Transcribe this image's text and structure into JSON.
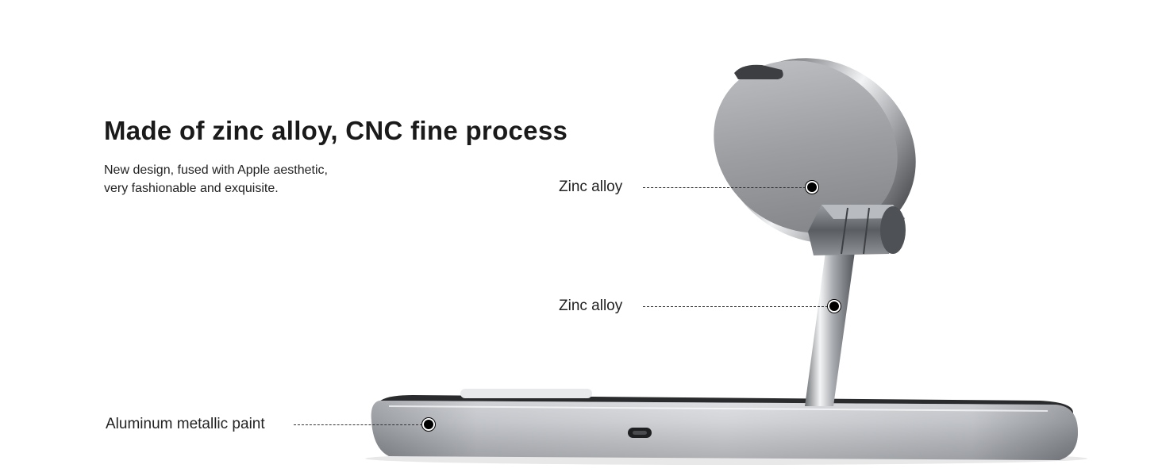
{
  "headline": "Made of zinc alloy, CNC fine process",
  "subtext": {
    "line1": "New design, fused with Apple aesthetic,",
    "line2": "very fashionable and exquisite."
  },
  "callouts": {
    "top": "Zinc alloy",
    "middle": "Zinc alloy",
    "bottom": "Aluminum metallic paint"
  },
  "colors": {
    "text": "#1a1a1a",
    "metal_light": "#e6e7ea",
    "metal_dark": "#5a5c60",
    "dot": "#000000"
  }
}
